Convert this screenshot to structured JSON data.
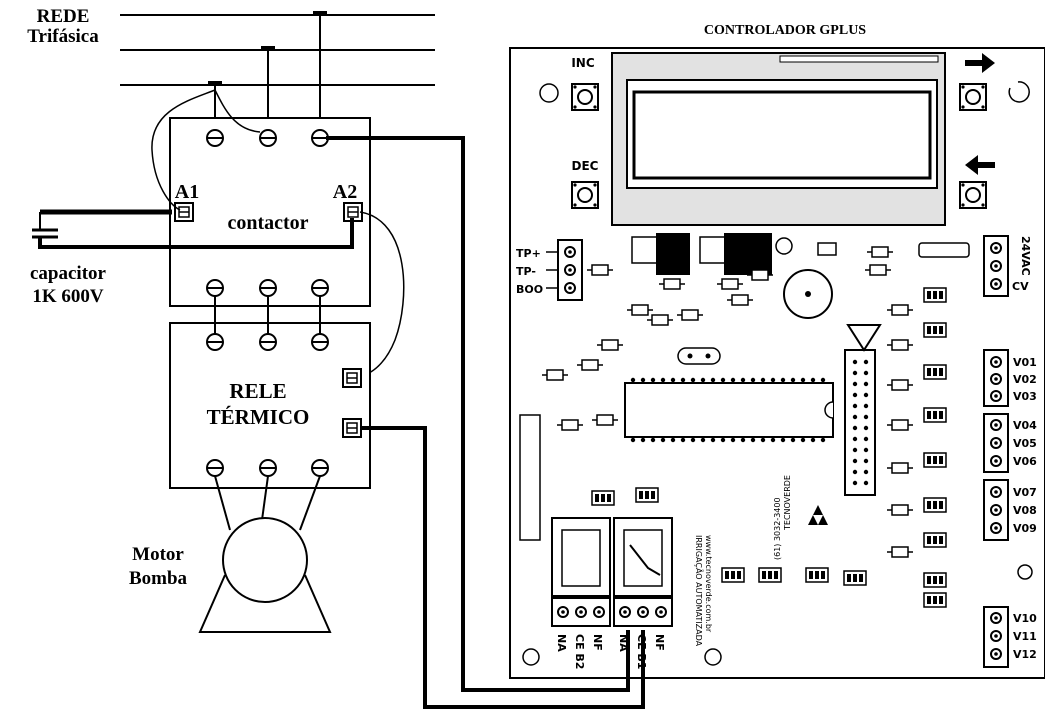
{
  "network": {
    "title_line1": "REDE",
    "title_line2": "Trifásica"
  },
  "contactor": {
    "label": "contactor",
    "terminal_a1": "A1",
    "terminal_a2": "A2"
  },
  "capacitor": {
    "line1": "capacitor",
    "line2": "1K 600V"
  },
  "relay": {
    "line1": "RELE",
    "line2": "TÉRMICO"
  },
  "motor": {
    "line1": "Motor",
    "line2": "Bomba"
  },
  "controller": {
    "title": "CONTROLADOR   GPLUS",
    "buttons": {
      "inc": "INC",
      "dec": "DEC"
    },
    "left_terminals": [
      "TP+",
      "TP-",
      "BOO"
    ],
    "power_terminals": [
      "24VAC",
      "CV"
    ],
    "v_outputs": [
      "V01",
      "V02",
      "V03",
      "V04",
      "V05",
      "V06",
      "V07",
      "V08",
      "V09",
      "V10",
      "V11",
      "V12"
    ],
    "relay_terminals_1": [
      "NA",
      "CE B2",
      "NF"
    ],
    "relay_terminals_2": [
      "NA",
      "CE B1",
      "NF"
    ],
    "vertical_text_1": "www.tecnoverde.com.br",
    "vertical_text_2": "IRRIGAÇÃO AUTOMATIZADA",
    "vertical_text_3": "TECNOVERDE",
    "vertical_text_4": "(61) 3032-3400"
  }
}
